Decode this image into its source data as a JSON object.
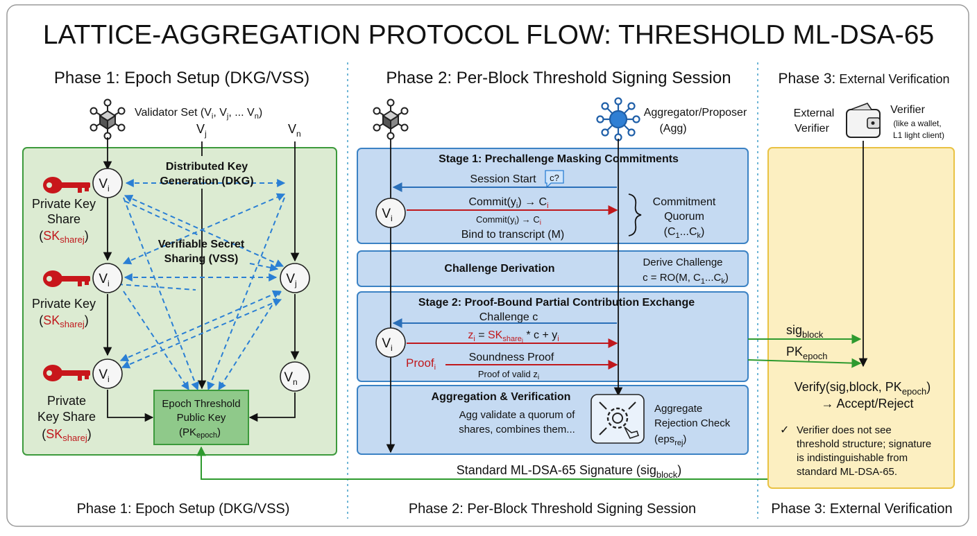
{
  "title": "LATTICE-AGGREGATION PROTOCOL FLOW: THRESHOLD ML-DSA-65",
  "colors": {
    "phase1_fill": "#dcebd2",
    "phase1_border": "#3c9a3c",
    "stage_fill": "#c5daf2",
    "stage_border": "#3b82c4",
    "phase3_fill": "#fcefc1",
    "phase3_border": "#e9c243",
    "red_accent": "#c0181c",
    "blue_arrow": "#2a7fd4",
    "green_arrow": "#2e9a2e",
    "key_red": "#c8161b"
  },
  "phase1": {
    "heading": "Phase 1: Epoch Setup (DKG/VSS)",
    "footer": "Phase 1: Epoch Setup (DKG/VSS)",
    "validator_set": {
      "label": "Validator Set (V",
      "i": "i",
      "sep1": ", V",
      "j": "j",
      "sep2": ", ... V",
      "n": "n",
      "close": ")"
    },
    "col_j": "V",
    "col_j_sub": "j",
    "col_n": "V",
    "col_n_sub": "n",
    "dkg_line1": "Distributed Key",
    "dkg_line2": "Generation (DKG)",
    "vss_line1": "Verifiable Secret",
    "vss_line2": "Sharing (VSS)",
    "node_v": "V",
    "sub_i": "i",
    "sub_j": "j",
    "sub_n": "n",
    "key1_line1": "Private Key",
    "key1_line2": "Share",
    "key2_line1": "Private Key",
    "key3_line1": "Private",
    "key3_line2": "Key Share",
    "sk": "SK",
    "sk_sub": "sharej",
    "pk_line1": "Epoch Threshold",
    "pk_line2": "Public Key",
    "pk_main": "(PK",
    "pk_sub": "epoch",
    "pk_close": ")"
  },
  "phase2": {
    "heading": "Phase 2:  Per-Block Threshold Signing Session",
    "footer": "Phase 2: Per-Block Threshold Signing Session",
    "aggregator_line1": "Aggregator/Proposer",
    "aggregator_line2": "(Agg)",
    "stage1": {
      "title": "Stage 1: Prechallenge Masking Commitments",
      "session_start": "Session Start",
      "badge": "c?",
      "commit_main": "Commit(y",
      "commit_i": "i",
      "commit_arrow": ") → C",
      "commit_sub": "i",
      "commit_small": "Commit(y",
      "commit_small_i": "i",
      "commit_small_arrow": ") → C",
      "commit_small_sub": "i",
      "bind": "Bind to transcript (M)",
      "quorum_line1": "Commitment",
      "quorum_line2": "Quorum",
      "quorum_line3": "(C",
      "quorum_s1": "1",
      "quorum_dots": "...C",
      "quorum_sk": "k",
      "quorum_close": ")"
    },
    "challenge": {
      "title": "Challenge Derivation",
      "derive_line1": "Derive Challenge",
      "derive_main": "c = RO(M, C",
      "derive_s1": "1",
      "derive_dots": "...C",
      "derive_sk": "k",
      "derive_close": ")"
    },
    "stage2": {
      "title": "Stage 2: Proof-Bound Partial Contribution Exchange",
      "challenge_c": "Challenge c",
      "z": "z",
      "z_i": "i",
      "eq": " = ",
      "sk": "SK",
      "sk_sub": "share",
      "sk_i": "i",
      "rest": " * c + y",
      "rest_i": "i",
      "proof": "Proof",
      "proof_i": "i",
      "soundness": "Soundness Proof",
      "valid": "Proof of valid z",
      "valid_i": "i"
    },
    "aggregation": {
      "title": "Aggregation & Verification",
      "desc_line1": "Agg validate a quorum of",
      "desc_line2": "shares, combines them...",
      "check_line1": "Aggregate",
      "check_line2": "Rejection Check",
      "check_main": "(eps",
      "check_sub": "rej",
      "check_close": ")"
    },
    "signature_main": "Standard ML-DSA-65 Signature (sig",
    "signature_sub": "block",
    "signature_close": ")"
  },
  "phase3": {
    "heading_main": "Phase 3:",
    "heading_rest": " External Verification",
    "footer": "Phase 3: External Verification",
    "external_line1": "External",
    "external_line2": "Verifier",
    "verifier_title": "Verifier",
    "verifier_line2": "(like a wallet,",
    "verifier_line3": "L1 light client)",
    "sig_main": "sig",
    "sig_sub": "block",
    "pk_main": "PK",
    "pk_sub": "epoch",
    "verify_main": "Verify(sig,block, PK",
    "verify_sub": "epoch",
    "verify_close": ")",
    "accept": "→ Accept/Reject",
    "check": "✓",
    "note_line1": "Verifier does not see",
    "note_line2": "threshold structure; signature",
    "note_line3": "is indistinguishable from",
    "note_line4": "standard ML-DSA-65."
  }
}
